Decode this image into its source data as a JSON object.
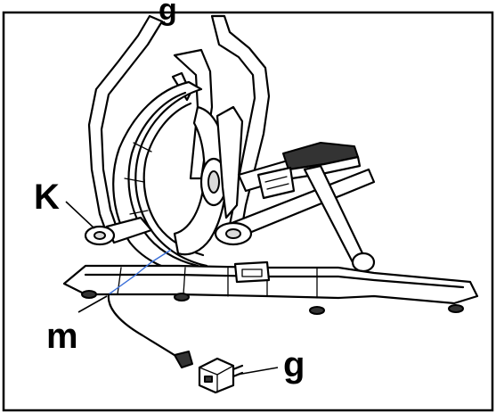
{
  "labels": {
    "top_cut": "g",
    "k": "K",
    "m": "m",
    "g": "g"
  },
  "colors": {
    "line": "#000000",
    "wire_accent": "#3a6fd8",
    "background": "#ffffff"
  }
}
